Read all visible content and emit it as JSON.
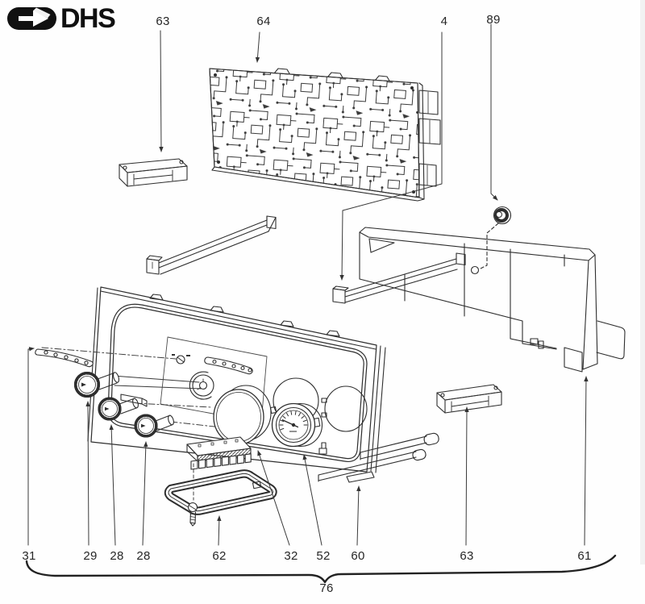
{
  "logo": {
    "text": "DHS",
    "icon": "right-arrow-logo"
  },
  "colors": {
    "ink": "#2e2e2e",
    "paper": "#fefefe"
  },
  "diagram": {
    "description": "Exploded parts diagram of an instrument panel assembly",
    "labels": [
      {
        "part": "63",
        "text": "63",
        "position": "top-left-bracket"
      },
      {
        "part": "64",
        "text": "64",
        "position": "printed-circuit-board"
      },
      {
        "part": "4",
        "text": "4",
        "position": "mounting-rail"
      },
      {
        "part": "89",
        "text": "89",
        "position": "grommet"
      },
      {
        "part": "31",
        "text": "31",
        "position": "curved-strip"
      },
      {
        "part": "29",
        "text": "29",
        "position": "knob-large"
      },
      {
        "part": "28",
        "text": "28",
        "position": "knob-small-1"
      },
      {
        "part": "28",
        "text": "28",
        "position": "knob-small-2"
      },
      {
        "part": "62",
        "text": "62",
        "position": "lens-frame"
      },
      {
        "part": "32",
        "text": "32",
        "position": "gauge-lens"
      },
      {
        "part": "52",
        "text": "52",
        "position": "small-gauge"
      },
      {
        "part": "60",
        "text": "60",
        "position": "inner-panel"
      },
      {
        "part": "63",
        "text": "63",
        "position": "right-bracket"
      },
      {
        "part": "61",
        "text": "61",
        "position": "rear-housing"
      },
      {
        "part": "76",
        "text": "76",
        "position": "complete-assembly-brace"
      }
    ]
  }
}
